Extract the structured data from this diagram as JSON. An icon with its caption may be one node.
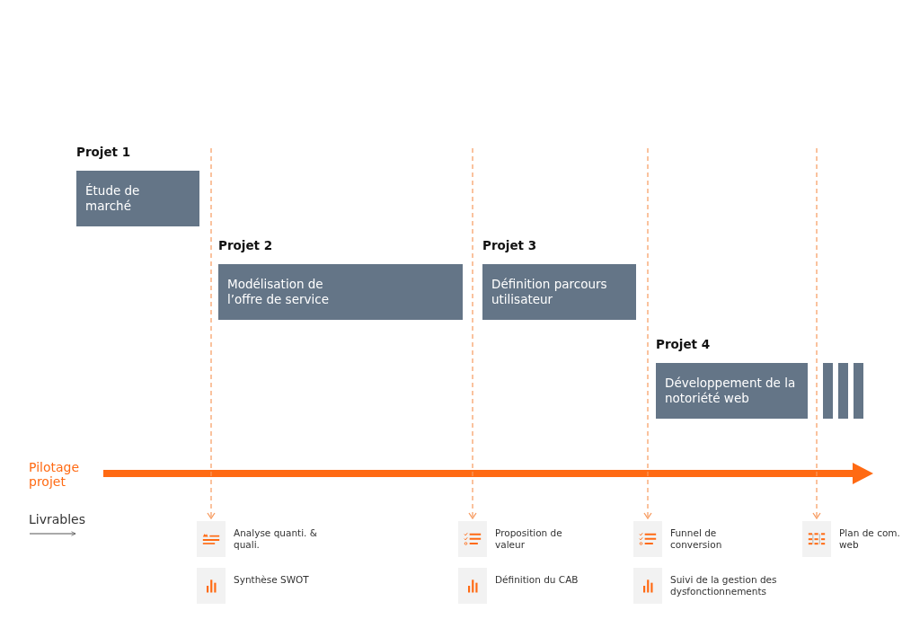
{
  "diagram": {
    "nodes": [
      {
        "text": [
          "Projet 1",
          "Étude de marché"
        ]
      },
      {
        "text": [
          "Projet 2",
          "Modélisation de l’offre de service"
        ]
      },
      {
        "text": [
          "Projet 3",
          "Définition parcours utilisateur"
        ]
      },
      {
        "text": [
          "Projet 4",
          "Développement de la notoriété web"
        ]
      },
      {
        "text": [],
        "shape": "bar"
      },
      {
        "text": [],
        "shape": "bar"
      },
      {
        "text": [],
        "shape": "bar"
      },
      {
        "text": [],
        "shape": "picture",
        "beside": [
          "Analyse quanti. & quali."
        ]
      },
      {
        "text": [],
        "shape": "picture",
        "beside": [
          "Proposition de valeur"
        ]
      },
      {
        "text": [],
        "shape": "picture",
        "beside": [
          "Funnel de conversion"
        ]
      },
      {
        "text": [],
        "shape": "picture",
        "beside": [
          "Plan de com. web"
        ]
      },
      {
        "text": [],
        "shape": "picture",
        "beside": [
          "Synthèse SWOT"
        ]
      },
      {
        "text": [],
        "shape": "picture",
        "beside": [
          "Définition du CAB"
        ]
      },
      {
        "text": [],
        "shape": "picture",
        "beside": [
          "Suivi de la gestion des dysfonctionnements"
        ]
      }
    ],
    "edges": [
      {
        "from": null,
        "to": 7,
        "arrow": "to",
        "style": "dashed"
      },
      {
        "from": null,
        "to": 8,
        "arrow": "to",
        "style": "dashed"
      },
      {
        "from": null,
        "to": 9,
        "arrow": "to",
        "style": "dashed"
      },
      {
        "from": null,
        "to": 10,
        "arrow": "to",
        "style": "dashed"
      }
    ],
    "labels": [
      "Pilotage projet",
      "Livrables"
    ]
  }
}
